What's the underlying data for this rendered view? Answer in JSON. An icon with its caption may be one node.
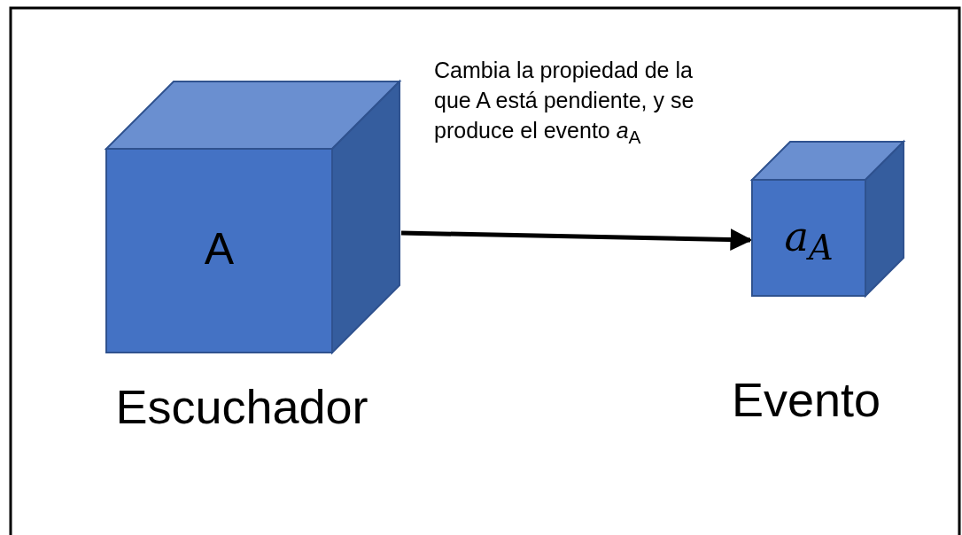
{
  "diagram": {
    "nodes": [
      {
        "text": [
          "A"
        ],
        "beside": [
          "Escuchador"
        ]
      },
      {
        "text": [
          "a$_{A}$"
        ],
        "beside": [
          "Evento"
        ]
      }
    ],
    "edges": [
      {
        "from": 0,
        "to": 1,
        "arrow": "to",
        "label": "Cambia la propiedad de la que A está pendiente, y se produce el evento *a*$_{A}$"
      }
    ]
  }
}
